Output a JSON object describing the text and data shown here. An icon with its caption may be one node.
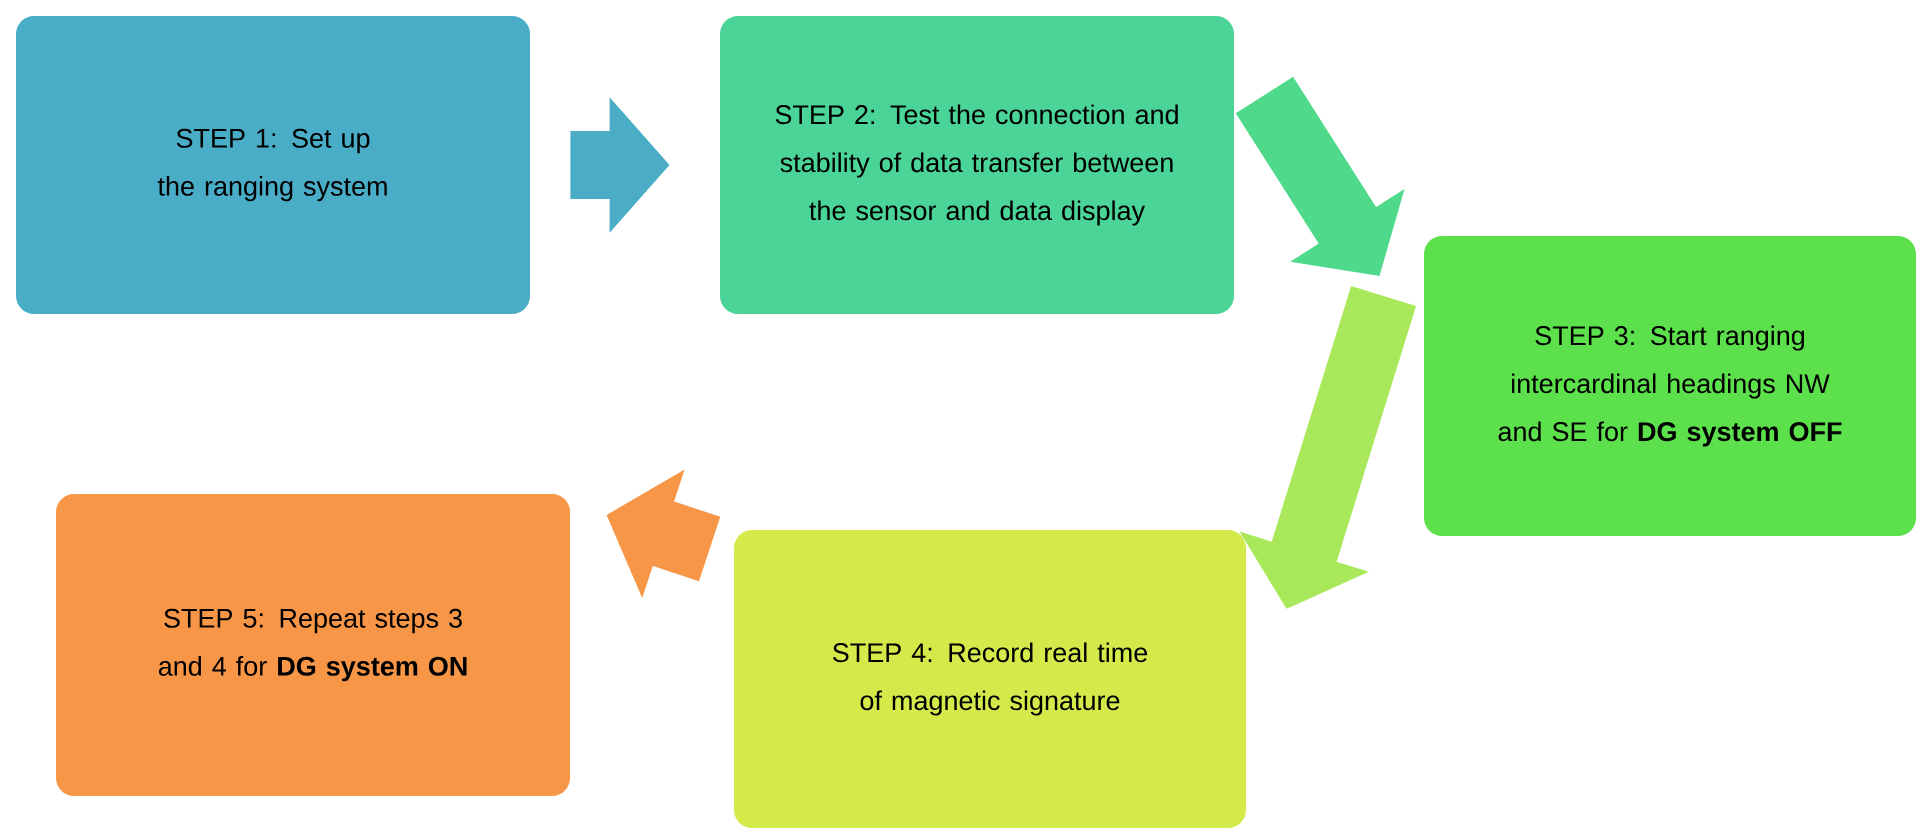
{
  "diagram": {
    "nodes": [
      {
        "text": [
          "STEP 1: Set up the ranging system"
        ]
      },
      {
        "text": [
          "STEP 2: Test the connection and stability of data transfer between the sensor and data display"
        ]
      },
      {
        "text": [
          "STEP 3: Start ranging intercardinal headings NW and SE for **DG system OFF**"
        ]
      },
      {
        "text": [
          "STEP 4: Record real time of magnetic signature"
        ]
      },
      {
        "text": [
          "STEP 5: Repeat steps 3 and 4 for **DG system ON**"
        ]
      }
    ],
    "edges": [
      {
        "from": 0,
        "to": 1,
        "arrow": "to",
        "color": "#4bacc6"
      },
      {
        "from": 1,
        "to": 2,
        "arrow": "to",
        "color": "#4fd98a"
      },
      {
        "from": 2,
        "to": 3,
        "arrow": "to",
        "color": "#a8e85a"
      },
      {
        "from": 3,
        "to": 4,
        "arrow": "to",
        "color": "#f79646"
      }
    ]
  }
}
